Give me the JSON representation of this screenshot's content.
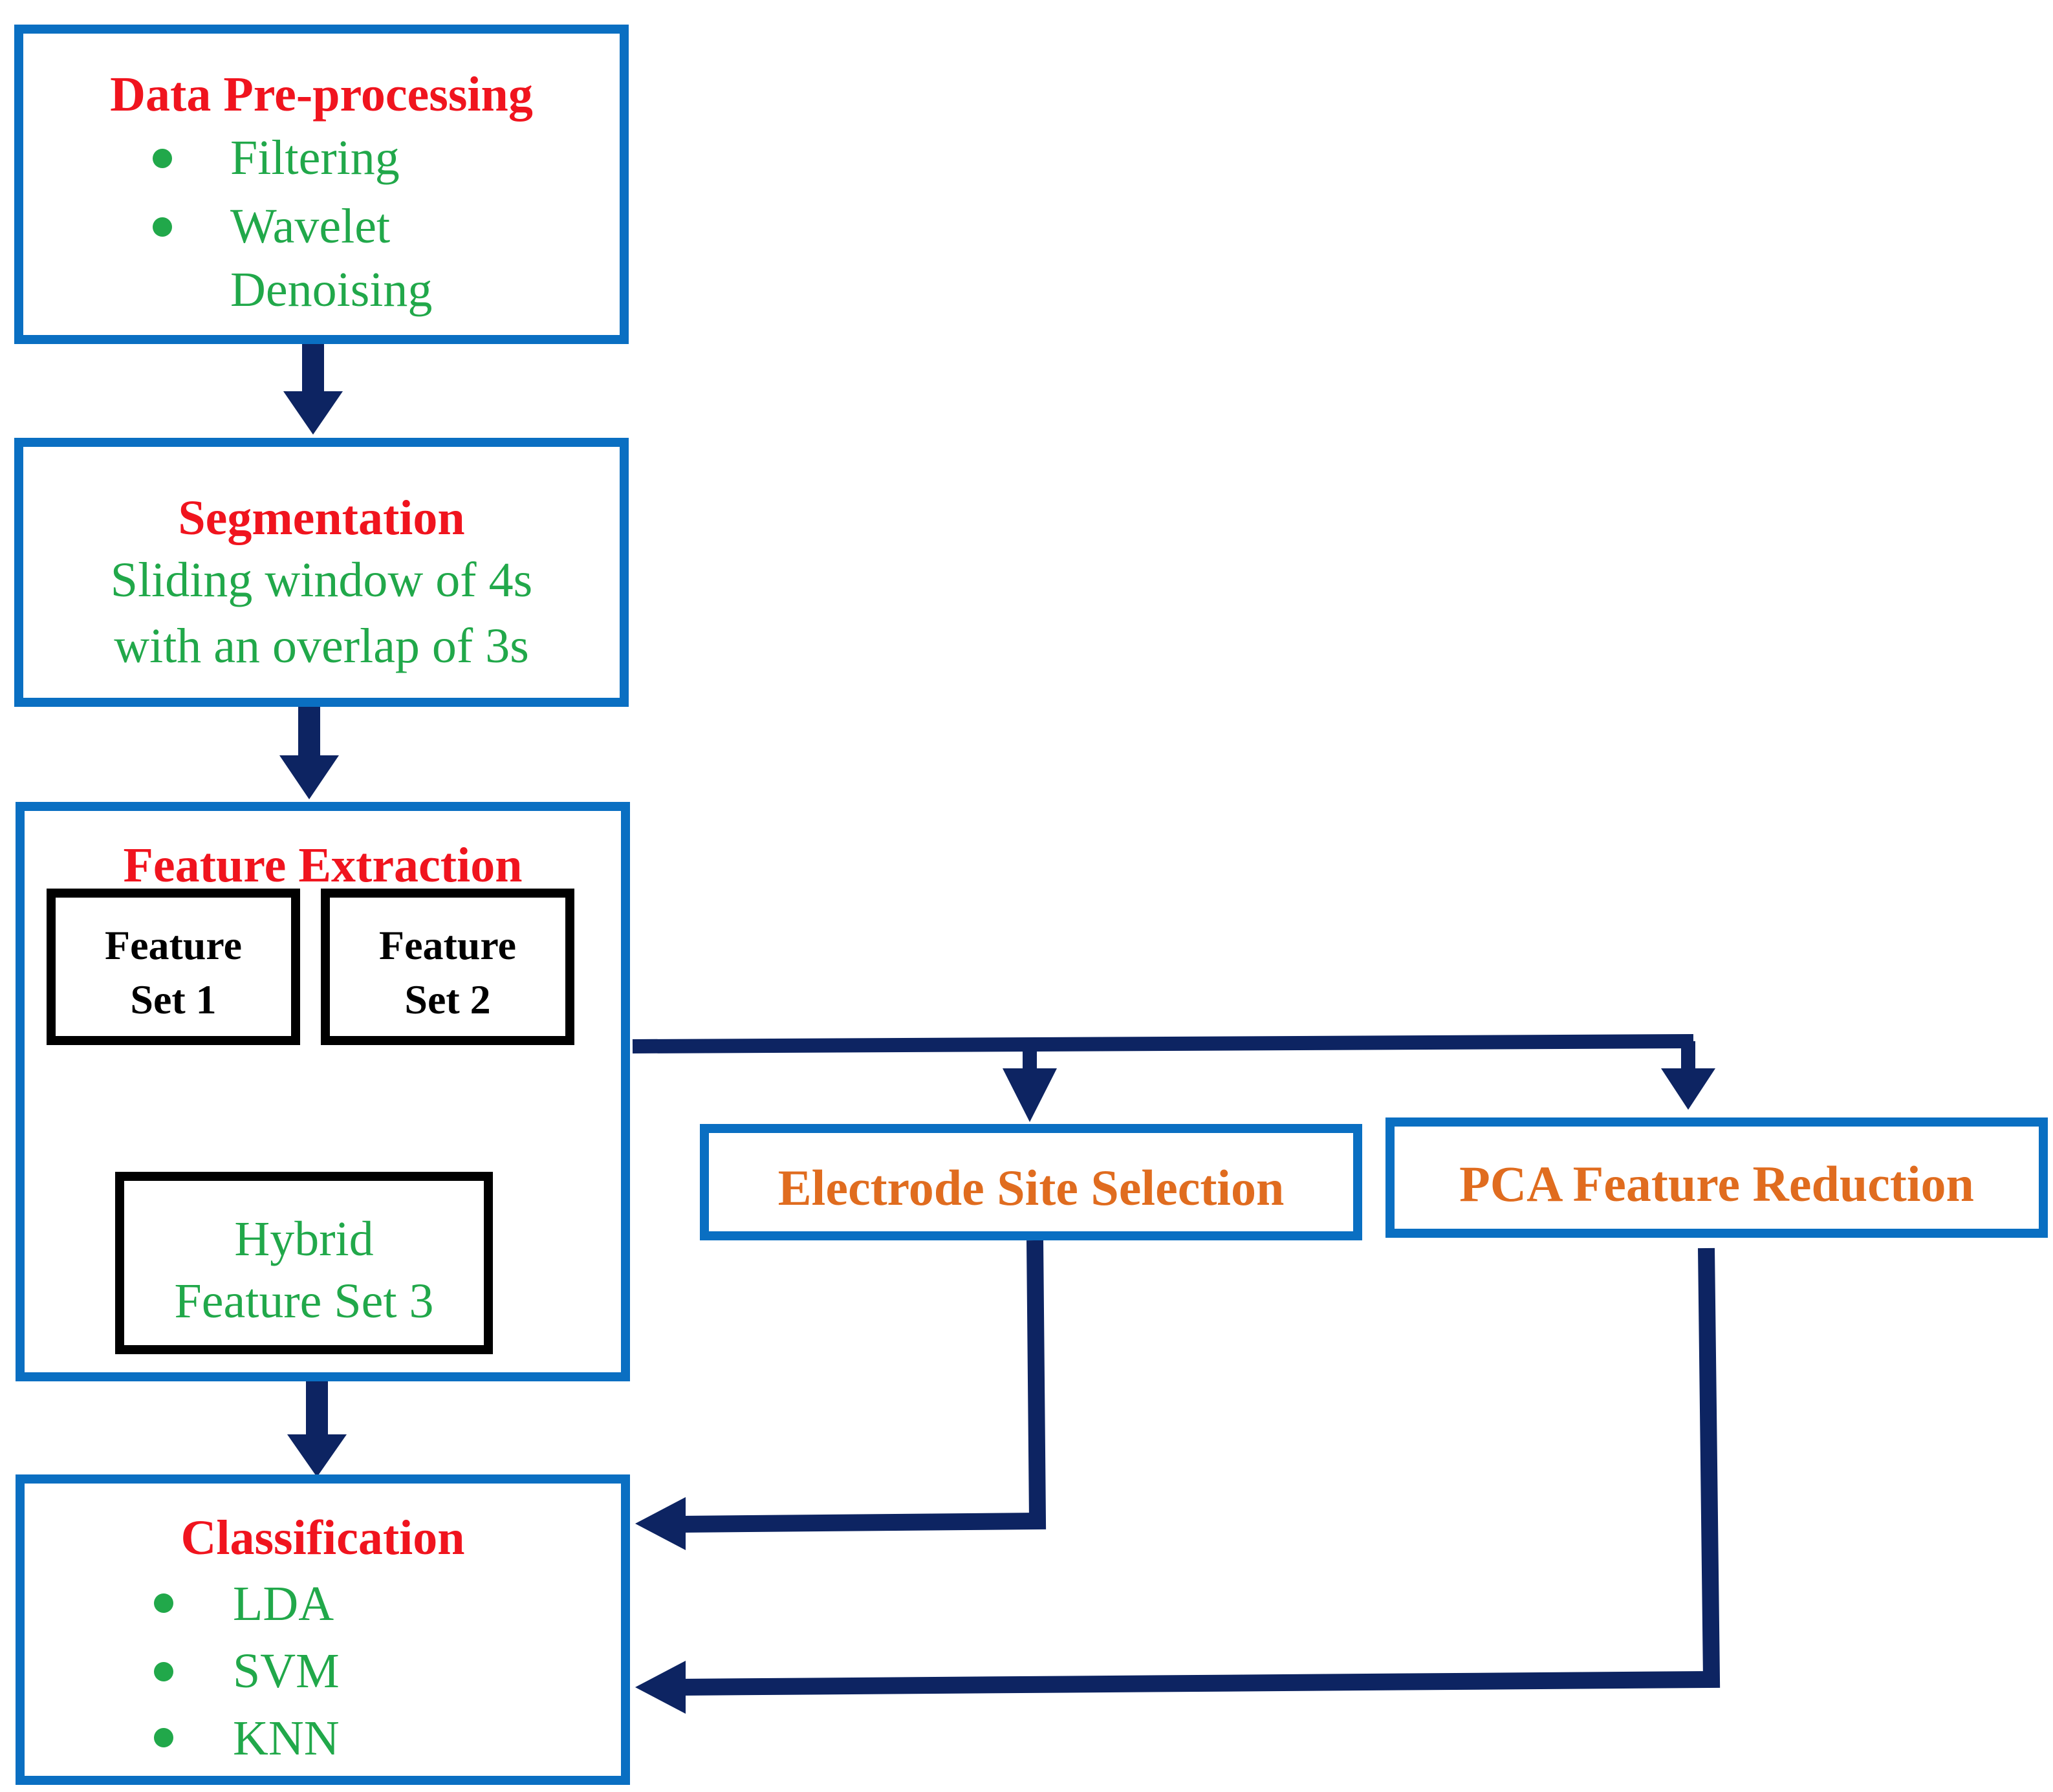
{
  "colors": {
    "box_border": "#0a6fc2",
    "arrow": "#0d2462",
    "title": "#f0141e",
    "item": "#21a84a",
    "side_label": "#e06c1f"
  },
  "preprocessing": {
    "title": "Data Pre-processing",
    "items": [
      "Filtering",
      "Wavelet",
      "Denoising"
    ]
  },
  "segmentation": {
    "title": "Segmentation",
    "lines": [
      "Sliding window of 4s",
      "with an overlap of 3s"
    ]
  },
  "feature_extraction": {
    "title": "Feature Extraction",
    "set1": [
      "Feature",
      "Set 1"
    ],
    "set2": [
      "Feature",
      "Set 2"
    ],
    "hybrid": [
      "Hybrid",
      "Feature Set 3"
    ]
  },
  "electrode": {
    "label": "Electrode Site Selection"
  },
  "pca": {
    "label": "PCA Feature Reduction"
  },
  "classification": {
    "title": "Classification",
    "items": [
      "LDA",
      "SVM",
      "KNN"
    ]
  }
}
